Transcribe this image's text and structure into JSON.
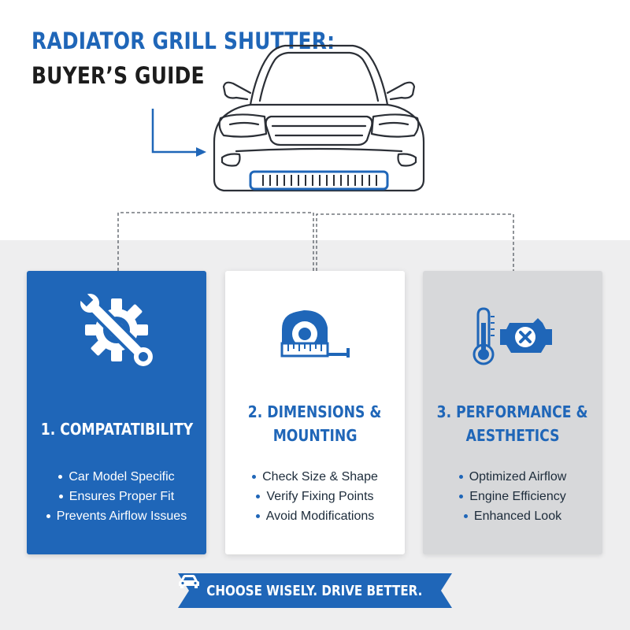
{
  "header": {
    "title_line1": "RADIATOR GRILL SHUTTER:",
    "title_line2": "BUYER’S GUIDE"
  },
  "colors": {
    "brand_blue": "#1f66b8",
    "dark_text": "#1c1c1c",
    "panel_bg": "#eeeeef",
    "card_gray": "#d7d8da"
  },
  "illustration": {
    "subject": "car-front-with-grill-shutter",
    "pointer": "arrow-pointing-to-lower-grill"
  },
  "cards": [
    {
      "icon": "wrench-gear-icon",
      "title_line1": "1. COMPATATIBILITY",
      "title_line2": "",
      "bullets": [
        "Car Model Specific",
        "Ensures Proper Fit",
        "Prevents Airflow Issues"
      ]
    },
    {
      "icon": "tape-measure-icon",
      "title_line1": "2. DIMENSIONS &",
      "title_line2": "MOUNTING",
      "bullets": [
        "Check Size & Shape",
        "Verify Fixing Points",
        "Avoid Modifications"
      ]
    },
    {
      "icon": "thermometer-engine-icon",
      "title_line1": "3. PERFORMANCE &",
      "title_line2": "AESTHETICS",
      "bullets": [
        "Optimized Airflow",
        "Engine Efficiency",
        "Enhanced Look"
      ]
    }
  ],
  "footer": {
    "banner_text": "CHOOSE WISELY. DRIVE BETTER.",
    "banner_icon": "car-icon"
  }
}
